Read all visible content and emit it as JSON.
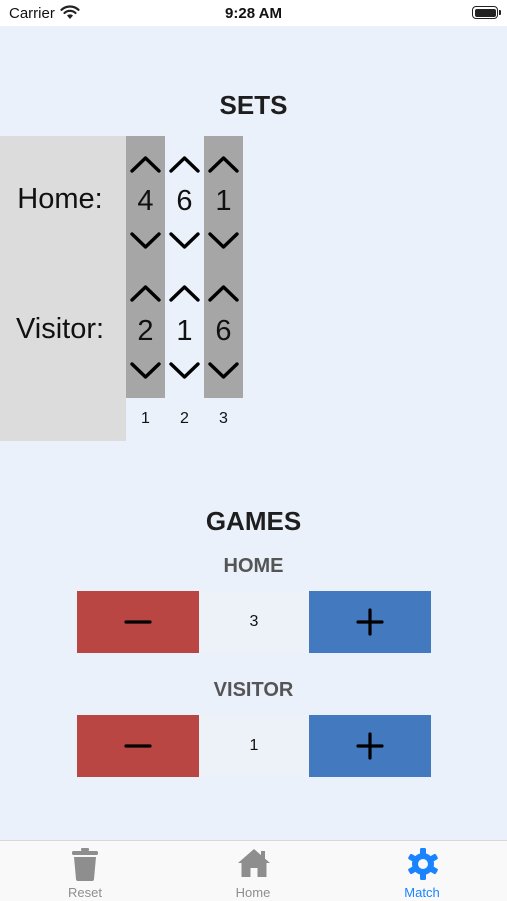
{
  "status_bar": {
    "carrier": "Carrier",
    "time": "9:28 AM"
  },
  "sets": {
    "title": "SETS",
    "home_label": "Home:",
    "visitor_label": "Visitor:",
    "columns": [
      {
        "number": "1",
        "home": "4",
        "visitor": "2"
      },
      {
        "number": "2",
        "home": "6",
        "visitor": "1"
      },
      {
        "number": "3",
        "home": "1",
        "visitor": "6"
      }
    ]
  },
  "games": {
    "title": "GAMES",
    "home": {
      "label": "HOME",
      "value": "3"
    },
    "visitor": {
      "label": "VISITOR",
      "value": "1"
    }
  },
  "tab_bar": {
    "items": [
      {
        "label": "Reset",
        "icon": "trash-icon"
      },
      {
        "label": "Home",
        "icon": "house-icon"
      },
      {
        "label": "Match",
        "icon": "gear-icon",
        "active": true
      }
    ]
  },
  "colors": {
    "minus": "#b94642",
    "plus": "#4379be",
    "active_tab": "#1a84ff",
    "background": "#eaf1fb"
  }
}
